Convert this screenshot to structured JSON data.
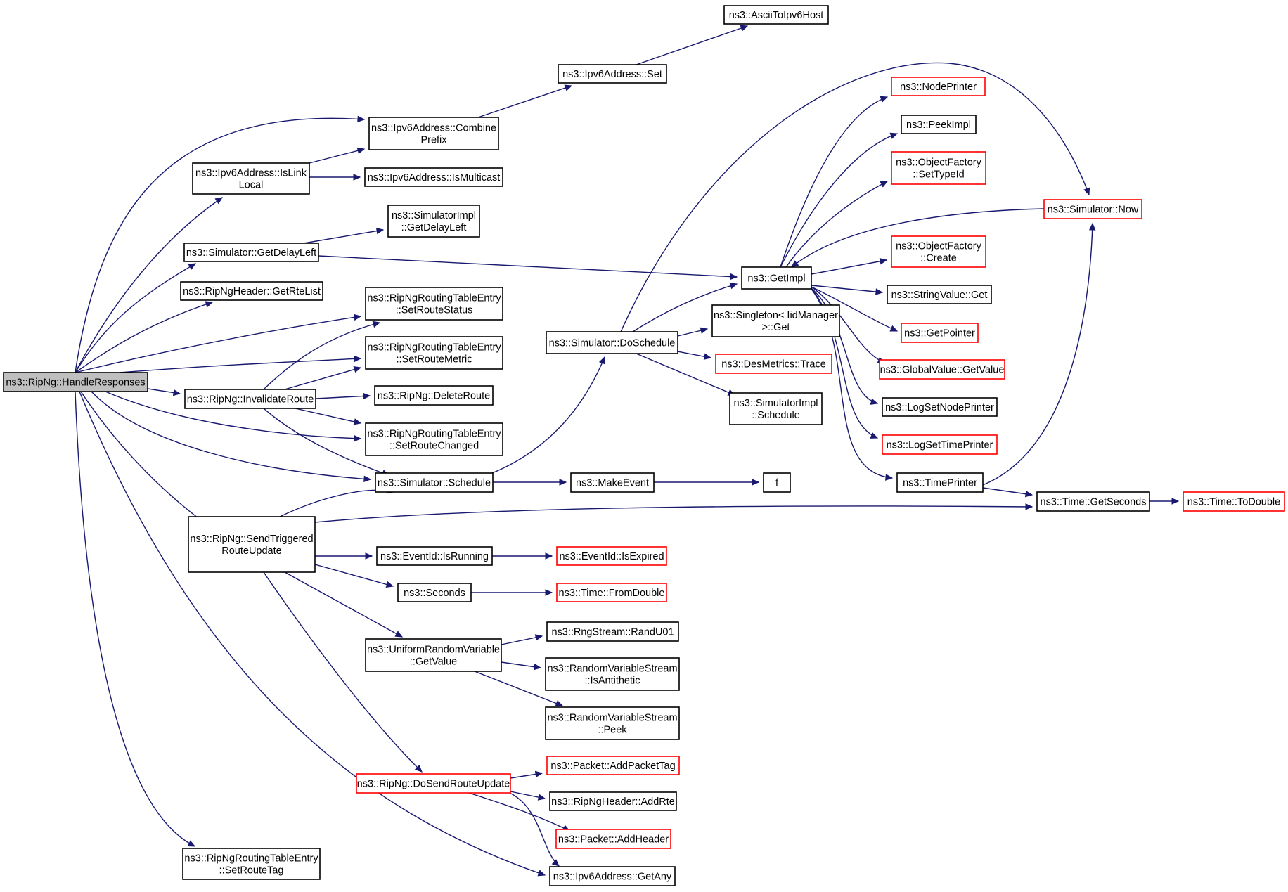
{
  "nodes": {
    "handle_responses": {
      "lines": [
        "ns3::RipNg::HandleResponses"
      ],
      "status": "root"
    },
    "is_link_local": {
      "lines": [
        "ns3::Ipv6Address::IsLink",
        "Local"
      ],
      "status": "normal"
    },
    "combine_prefix": {
      "lines": [
        "ns3::Ipv6Address::Combine",
        "Prefix"
      ],
      "status": "normal"
    },
    "is_multicast": {
      "lines": [
        "ns3::Ipv6Address::IsMulticast"
      ],
      "status": "normal"
    },
    "ipv6_set": {
      "lines": [
        "ns3::Ipv6Address::Set"
      ],
      "status": "normal"
    },
    "ascii_to_ipv6": {
      "lines": [
        "ns3::AsciiToIpv6Host"
      ],
      "status": "normal"
    },
    "sim_get_delay_left": {
      "lines": [
        "ns3::Simulator::GetDelayLeft"
      ],
      "status": "normal"
    },
    "simimpl_get_delay_left": {
      "lines": [
        "ns3::SimulatorImpl",
        "::GetDelayLeft"
      ],
      "status": "normal"
    },
    "get_rte_list": {
      "lines": [
        "ns3::RipNgHeader::GetRteList"
      ],
      "status": "normal"
    },
    "set_route_status": {
      "lines": [
        "ns3::RipNgRoutingTableEntry",
        "::SetRouteStatus"
      ],
      "status": "normal"
    },
    "set_route_metric": {
      "lines": [
        "ns3::RipNgRoutingTableEntry",
        "::SetRouteMetric"
      ],
      "status": "normal"
    },
    "invalidate_route": {
      "lines": [
        "ns3::RipNg::InvalidateRoute"
      ],
      "status": "normal"
    },
    "delete_route": {
      "lines": [
        "ns3::RipNg::DeleteRoute"
      ],
      "status": "normal"
    },
    "set_route_changed": {
      "lines": [
        "ns3::RipNgRoutingTableEntry",
        "::SetRouteChanged"
      ],
      "status": "normal"
    },
    "sim_schedule": {
      "lines": [
        "ns3::Simulator::Schedule"
      ],
      "status": "normal"
    },
    "send_triggered": {
      "lines": [
        "ns3::RipNg::SendTriggered",
        "RouteUpdate"
      ],
      "status": "normal"
    },
    "set_route_tag": {
      "lines": [
        "ns3::RipNgRoutingTableEntry",
        "::SetRouteTag"
      ],
      "status": "normal"
    },
    "do_schedule": {
      "lines": [
        "ns3::Simulator::DoSchedule"
      ],
      "status": "normal"
    },
    "make_event": {
      "lines": [
        "ns3::MakeEvent"
      ],
      "status": "normal"
    },
    "f": {
      "lines": [
        "f"
      ],
      "status": "normal"
    },
    "get_impl": {
      "lines": [
        "ns3::GetImpl"
      ],
      "status": "normal"
    },
    "singleton_get": {
      "lines": [
        "ns3::Singleton< IidManager",
        " >::Get"
      ],
      "status": "normal"
    },
    "des_metrics_trace": {
      "lines": [
        "ns3::DesMetrics::Trace"
      ],
      "status": "red"
    },
    "simimpl_schedule": {
      "lines": [
        "ns3::SimulatorImpl",
        "::Schedule"
      ],
      "status": "normal"
    },
    "node_printer": {
      "lines": [
        "ns3::NodePrinter"
      ],
      "status": "red"
    },
    "peek_impl": {
      "lines": [
        "ns3::PeekImpl"
      ],
      "status": "normal"
    },
    "of_set_type_id": {
      "lines": [
        "ns3::ObjectFactory",
        "::SetTypeId"
      ],
      "status": "red"
    },
    "sim_now": {
      "lines": [
        "ns3::Simulator::Now"
      ],
      "status": "red"
    },
    "of_create": {
      "lines": [
        "ns3::ObjectFactory",
        "::Create"
      ],
      "status": "red"
    },
    "string_value_get": {
      "lines": [
        "ns3::StringValue::Get"
      ],
      "status": "normal"
    },
    "get_pointer": {
      "lines": [
        "ns3::GetPointer"
      ],
      "status": "red"
    },
    "global_value_get": {
      "lines": [
        "ns3::GlobalValue::GetValue"
      ],
      "status": "red"
    },
    "log_set_node_printer": {
      "lines": [
        "ns3::LogSetNodePrinter"
      ],
      "status": "normal"
    },
    "log_set_time_printer": {
      "lines": [
        "ns3::LogSetTimePrinter"
      ],
      "status": "red"
    },
    "time_printer": {
      "lines": [
        "ns3::TimePrinter"
      ],
      "status": "normal"
    },
    "time_get_seconds": {
      "lines": [
        "ns3::Time::GetSeconds"
      ],
      "status": "normal"
    },
    "time_to_double": {
      "lines": [
        "ns3::Time::ToDouble"
      ],
      "status": "red"
    },
    "event_is_running": {
      "lines": [
        "ns3::EventId::IsRunning"
      ],
      "status": "normal"
    },
    "event_is_expired": {
      "lines": [
        "ns3::EventId::IsExpired"
      ],
      "status": "red"
    },
    "seconds": {
      "lines": [
        "ns3::Seconds"
      ],
      "status": "normal"
    },
    "time_from_double": {
      "lines": [
        "ns3::Time::FromDouble"
      ],
      "status": "red"
    },
    "urv_get_value": {
      "lines": [
        "ns3::UniformRandomVariable",
        "::GetValue"
      ],
      "status": "normal"
    },
    "rng_rand_u01": {
      "lines": [
        "ns3::RngStream::RandU01"
      ],
      "status": "normal"
    },
    "rvs_is_antithetic": {
      "lines": [
        "ns3::RandomVariableStream",
        "::IsAntithetic"
      ],
      "status": "normal"
    },
    "rvs_peek": {
      "lines": [
        "ns3::RandomVariableStream",
        "::Peek"
      ],
      "status": "normal"
    },
    "do_send_route_update": {
      "lines": [
        "ns3::RipNg::DoSendRouteUpdate"
      ],
      "status": "red"
    },
    "add_packet_tag": {
      "lines": [
        "ns3::Packet::AddPacketTag"
      ],
      "status": "red"
    },
    "add_rte": {
      "lines": [
        "ns3::RipNgHeader::AddRte"
      ],
      "status": "normal"
    },
    "add_header": {
      "lines": [
        "ns3::Packet::AddHeader"
      ],
      "status": "red"
    },
    "ipv6_get_any": {
      "lines": [
        "ns3::Ipv6Address::GetAny"
      ],
      "status": "normal"
    }
  },
  "edges": [
    [
      "handle_responses",
      "combine_prefix"
    ],
    [
      "handle_responses",
      "is_link_local"
    ],
    [
      "handle_responses",
      "sim_get_delay_left"
    ],
    [
      "handle_responses",
      "get_rte_list"
    ],
    [
      "handle_responses",
      "set_route_status"
    ],
    [
      "handle_responses",
      "set_route_metric"
    ],
    [
      "handle_responses",
      "invalidate_route"
    ],
    [
      "handle_responses",
      "set_route_changed"
    ],
    [
      "handle_responses",
      "sim_schedule"
    ],
    [
      "handle_responses",
      "send_triggered"
    ],
    [
      "handle_responses",
      "ipv6_get_any"
    ],
    [
      "handle_responses",
      "set_route_tag"
    ],
    [
      "is_link_local",
      "combine_prefix"
    ],
    [
      "is_link_local",
      "is_multicast"
    ],
    [
      "combine_prefix",
      "ipv6_set"
    ],
    [
      "ipv6_set",
      "ascii_to_ipv6"
    ],
    [
      "sim_get_delay_left",
      "simimpl_get_delay_left"
    ],
    [
      "sim_get_delay_left",
      "get_impl"
    ],
    [
      "invalidate_route",
      "set_route_status"
    ],
    [
      "invalidate_route",
      "set_route_metric"
    ],
    [
      "invalidate_route",
      "delete_route"
    ],
    [
      "invalidate_route",
      "set_route_changed"
    ],
    [
      "invalidate_route",
      "sim_schedule"
    ],
    [
      "sim_schedule",
      "do_schedule"
    ],
    [
      "sim_schedule",
      "make_event"
    ],
    [
      "make_event",
      "f"
    ],
    [
      "do_schedule",
      "get_impl"
    ],
    [
      "do_schedule",
      "sim_now"
    ],
    [
      "do_schedule",
      "singleton_get"
    ],
    [
      "do_schedule",
      "des_metrics_trace"
    ],
    [
      "do_schedule",
      "simimpl_schedule"
    ],
    [
      "get_impl",
      "node_printer"
    ],
    [
      "get_impl",
      "peek_impl"
    ],
    [
      "get_impl",
      "of_set_type_id"
    ],
    [
      "get_impl",
      "of_create"
    ],
    [
      "get_impl",
      "string_value_get"
    ],
    [
      "get_impl",
      "get_pointer"
    ],
    [
      "get_impl",
      "global_value_get"
    ],
    [
      "get_impl",
      "log_set_node_printer"
    ],
    [
      "get_impl",
      "log_set_time_printer"
    ],
    [
      "get_impl",
      "time_printer"
    ],
    [
      "sim_now",
      "get_impl"
    ],
    [
      "time_printer",
      "sim_now"
    ],
    [
      "time_printer",
      "time_get_seconds"
    ],
    [
      "time_get_seconds",
      "time_to_double"
    ],
    [
      "send_triggered",
      "sim_schedule"
    ],
    [
      "send_triggered",
      "time_get_seconds"
    ],
    [
      "send_triggered",
      "event_is_running"
    ],
    [
      "send_triggered",
      "seconds"
    ],
    [
      "send_triggered",
      "urv_get_value"
    ],
    [
      "send_triggered",
      "do_send_route_update"
    ],
    [
      "event_is_running",
      "event_is_expired"
    ],
    [
      "seconds",
      "time_from_double"
    ],
    [
      "urv_get_value",
      "rng_rand_u01"
    ],
    [
      "urv_get_value",
      "rvs_is_antithetic"
    ],
    [
      "urv_get_value",
      "rvs_peek"
    ],
    [
      "do_send_route_update",
      "add_packet_tag"
    ],
    [
      "do_send_route_update",
      "add_rte"
    ],
    [
      "do_send_route_update",
      "add_header"
    ],
    [
      "do_send_route_update",
      "ipv6_get_any"
    ]
  ]
}
